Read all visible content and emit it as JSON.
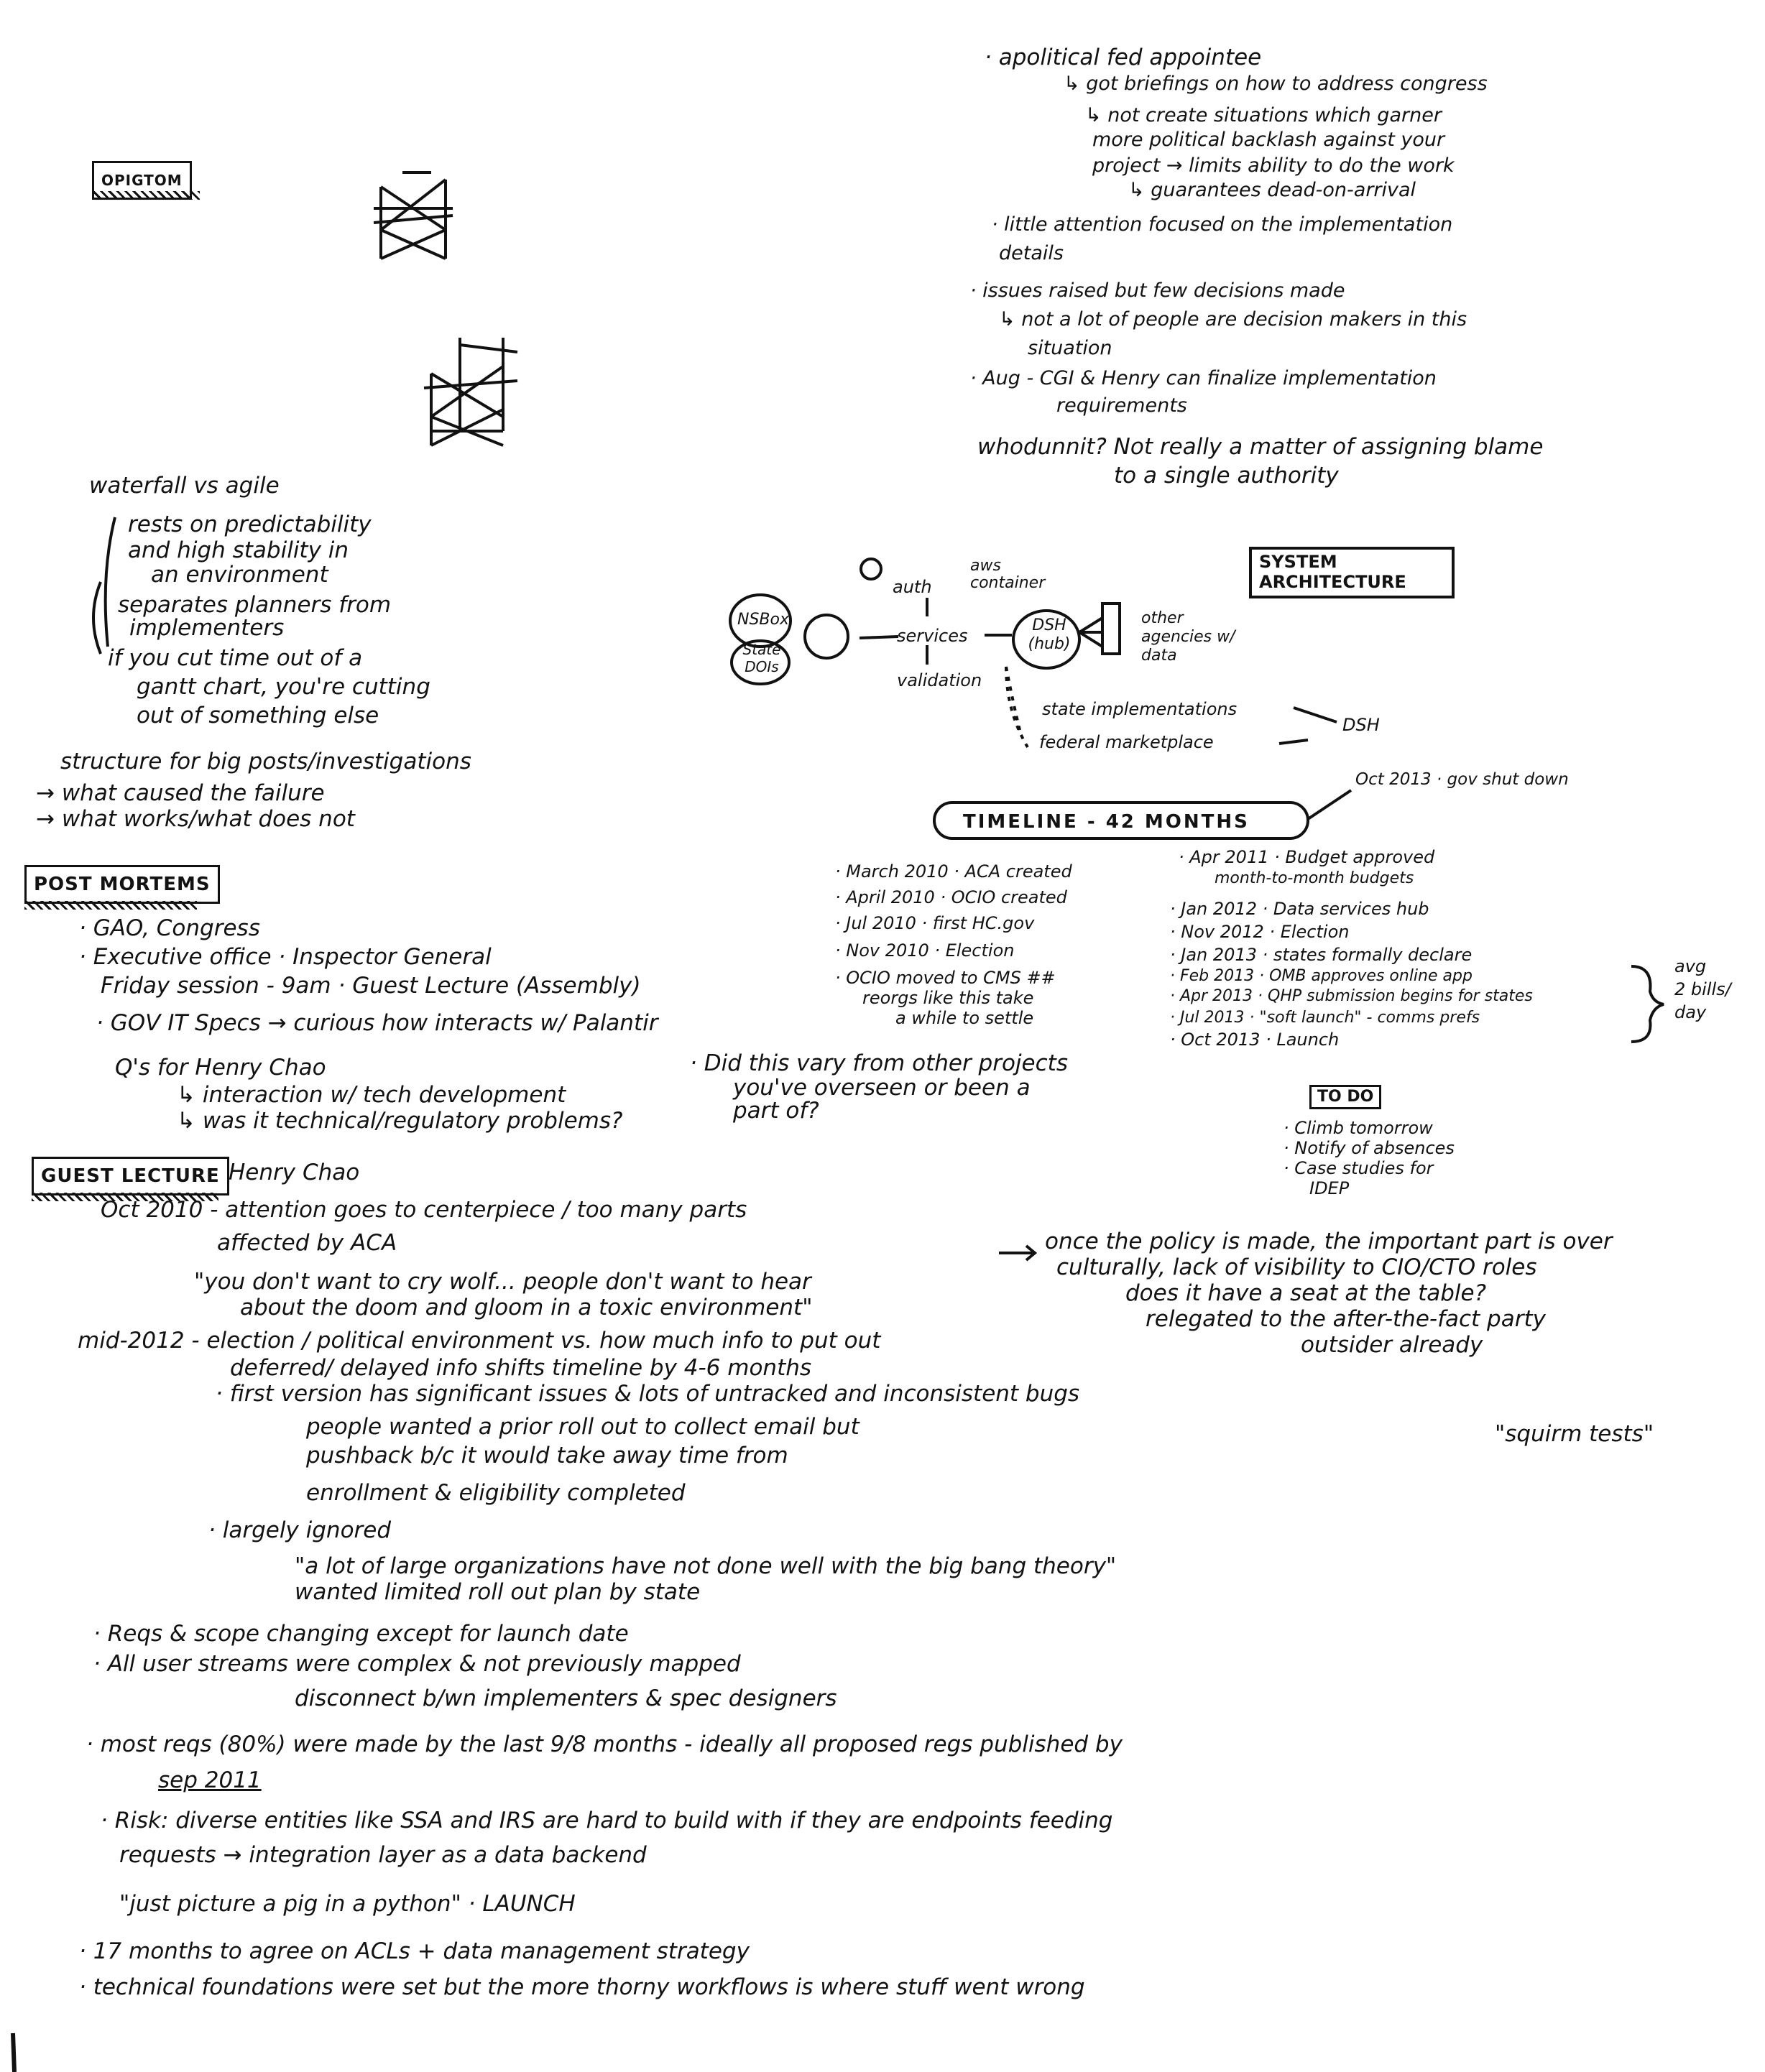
{
  "top_right": [
    "· apolitical fed appointee",
    "↳ got briefings on how to address congress",
    "↳ not create situations which garner",
    "more political backlash against your",
    "project → limits ability to do the work",
    "↳ guarantees dead-on-arrival",
    "· little attention focused on the implementation",
    "details",
    "· issues raised but few decisions made",
    "↳ not a lot of people are decision makers in this",
    "situation",
    "· Aug - CGI & Henry can finalize implementation",
    "requirements",
    "whodunnit? Not really a matter of assigning blame",
    "to a single authority"
  ],
  "opm_label": "OPIGTOM",
  "waterfall": [
    "waterfall vs agile",
    "rests on predictability",
    "and high stability in",
    "an environment",
    "separates planners from",
    "implementers",
    "if you cut time out of a",
    "gantt chart, you're cutting",
    "out of something else"
  ],
  "structure": [
    "structure for big posts/investigations",
    "→ what caused the failure",
    "→ what works/what does not"
  ],
  "post_mortems_label": "POST MORTEMS",
  "post_mortems": [
    "· GAO, Congress",
    "· Executive office · Inspector General",
    "Friday session - 9am · Guest Lecture (Assembly)",
    "· GOV IT Specs → curious how interacts w/ Palantir",
    "Q's for Henry Chao",
    "↳ interaction w/ tech development",
    "↳ was it technical/regulatory problems?"
  ],
  "system_architecture_label": "SYSTEM ARCHITECTURE",
  "diagram": {
    "nsbox": "NSBox",
    "state_dois": "State DOIs",
    "auth": "auth",
    "aws_container": "aws container",
    "services": "services",
    "dsh_hub": "DSH (hub)",
    "validation": "validation",
    "other_agencies": "other agencies w/ data",
    "state_impl": "state implementations",
    "federal_marketplace": "federal marketplace",
    "dsh": "DSH"
  },
  "timeline_label": "TIMELINE - 42 MONTHS",
  "gov_shutdown": "Oct 2013 · gov shut down",
  "timeline_left": [
    "· March 2010 · ACA created",
    "· April 2010 · OCIO created",
    "· Jul 2010 · first HC.gov",
    "· Nov 2010 · Election",
    "· OCIO moved to CMS ##",
    "reorgs like this take",
    "a while to settle"
  ],
  "timeline_right": [
    "· Apr 2011 · Budget approved",
    "month-to-month budgets",
    "· Jan 2012 · Data services hub",
    "· Nov 2012 · Election",
    "· Jan 2013 · states formally declare",
    "· Feb 2013 · OMB approves online app",
    "· Apr 2013 · QHP submission begins for states",
    "· Jul 2013 · \"soft launch\" - comms prefs",
    "· Oct 2013 · Launch"
  ],
  "avg": [
    "avg",
    "2 bills/",
    "day"
  ],
  "question": [
    "· Did this vary from other projects",
    "you've overseen or been a",
    "part of?"
  ],
  "todo_label": "TO DO",
  "todo": [
    "· Climb tomorrow",
    "· Notify of absences",
    "· Case studies for",
    "IDEP"
  ],
  "guest_lecture_label": "GUEST LECTURE",
  "guest_speaker": "Henry Chao",
  "lecture": [
    "Oct 2010 - attention goes to centerpiece / too many parts",
    "affected by ACA",
    "\"you don't want to cry wolf... people don't want to hear",
    "about the doom and gloom in a toxic environment\"",
    "mid-2012 - election / political environment vs. how much info to put out",
    "deferred/ delayed info shifts timeline by 4-6 months",
    "· first version has significant issues & lots of untracked and inconsistent bugs",
    "people wanted a prior roll out to collect email but",
    "pushback b/c it would take away time from",
    "enrollment & eligibility completed",
    "· largely ignored",
    "\"a lot of large organizations have not done well with the big bang theory\"",
    "wanted limited roll out plan by state",
    "· Reqs & scope changing except for launch date",
    "· All user streams were complex & not previously mapped",
    "disconnect b/wn implementers & spec designers",
    "· most reqs (80%) were made by the last 9/8 months - ideally all proposed regs published by",
    "sep 2011",
    "· Risk: diverse entities like SSA and IRS are hard to build with if they are endpoints feeding",
    "requests → integration layer as a data backend",
    "\"just picture a pig in a python\" · LAUNCH",
    "· 17 months to agree on ACLs + data management strategy",
    "· technical foundations were set but the more thorny workflows is where stuff went wrong"
  ],
  "policy": [
    "once the policy is made, the important part is over",
    "culturally, lack of visibility to CIO/CTO roles",
    "does it have a seat at the table?",
    "relegated to the after-the-fact party",
    "outsider already"
  ],
  "squirm": "\"squirm tests\""
}
